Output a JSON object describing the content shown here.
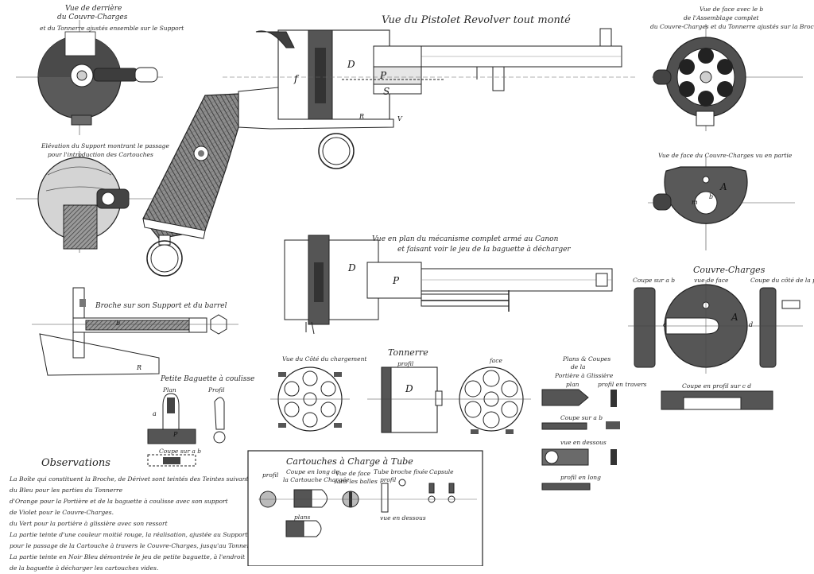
{
  "captions": {
    "side_view": "Vue du Pistolet Revolver tout monté",
    "top_left_1": "Vue de derrière",
    "top_left_2": "du Couvre-Charges",
    "top_left_3": "et du Tonnerre ajustés ensemble sur le Support",
    "mid_left_1": "Elévation du Support montrant le passage",
    "mid_left_2": "pour l'introduction des Cartouches",
    "top_right_1": "Vue de face avec le b",
    "top_right_2": "de l'Assemblage complet",
    "top_right_3": "du Couvre-Charges et du Tonnerre ajustés sur la Broche",
    "cover_face_title": "Vue de face du Couvre-Charges vu en partie",
    "plan_1": "Vue en plan du mécanisme complet armé au Canon",
    "plan_2": "et faisant voir le jeu de la baguette à décharger",
    "broche": "Broche sur son Support et du barrel",
    "couvre_charges": "Couvre-Charges",
    "couvre_face": "vue de face",
    "coupe_ab": "Coupe sur a b",
    "coupe_cote": "Coupe du côté de la platine",
    "coupe_plan": "Coupe en profil sur c d",
    "tonnerre_side": "Vue du Côté du chargement",
    "tonnerre": "Tonnerre",
    "tonnerre_profil": "profil",
    "tonnerre_face": "face",
    "baguette_1": "Petite Baguette à coulisse",
    "baguette_plan": "Plan",
    "baguette_profil": "Profil",
    "baguette_coupe": "Coupe sur a b",
    "plans_coupes_1": "Plans & Coupes",
    "plans_coupes_2": "de la",
    "plans_coupes_3": "Portière à Glissière",
    "plans_plan": "plan",
    "plans_profil": "profil en travers",
    "plans_coupe": "Coupe sur a b",
    "plans_vue": "vue en dessous",
    "plans_profil_long": "profil en long"
  },
  "cartridge_box": {
    "title": "Cartouches à Charge à Tube",
    "profil": "profil",
    "coupe_1": "Coupe en long de",
    "coupe_2": "la Cartouche Chargée",
    "vue_face": "Vue de face",
    "sans_balle": "sans les balles",
    "tube_1": "Tube broche fixée",
    "tube_profil": "profil",
    "capsule": "Capsule",
    "plans": "plans",
    "vue_dessus": "vue en dessous"
  },
  "observations": {
    "title": "Observations",
    "items": [
      "La Boîte qui constituent la Broche, de Dérivet sont teintés des Teintes suivantes",
      "du Bleu   pour les parties du Tonnerre",
      "d'Orange  pour la Portière et de la baguette à coulisse avec son support",
      "de Violet  pour le Couvre-Charges.",
      "du Vert   pour la portière à glissière avec son ressort",
      "La partie teinte d'une couleur moitié rouge, la réalisation, ajustée au Support",
      "pour le passage de la Cartouche à travers le Couvre-Charges, jusqu'au Tonnerre.",
      "La partie teinte en Noir Bleu démontrée le jeu de petite baguette, à l'endroit",
      "de la baguette à décharger les cartouches vides."
    ]
  },
  "part_labels": {
    "D": "D",
    "P": "P",
    "S": "S",
    "A": "A",
    "b": "b",
    "R": "R",
    "V": "V",
    "f": "f",
    "a": "a",
    "c": "c",
    "d": "d",
    "m": "m"
  },
  "colors": {
    "ink": "#2b2b2b",
    "dark_fill": "#4e4e4e",
    "mid_fill": "#7b7b7b",
    "light_fill": "#b9b9b9",
    "paper": "#ffffff"
  }
}
